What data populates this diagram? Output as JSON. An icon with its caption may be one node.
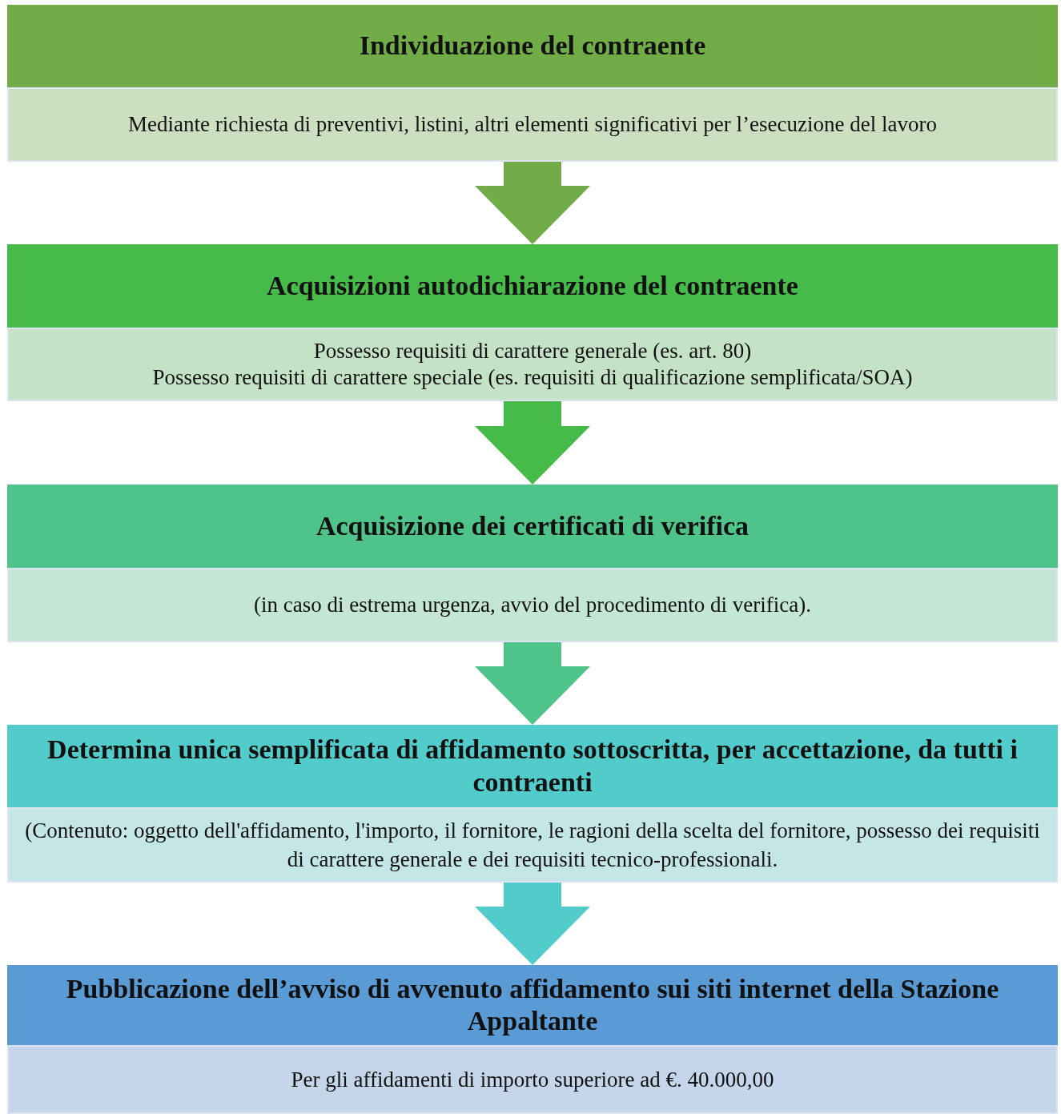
{
  "diagram": {
    "nodes": [
      {
        "text": [
          "Individuazione del contraente"
        ]
      },
      {
        "text": [
          "Mediante richiesta di preventivi, listini, altri elementi significativi per l’esecuzione del lavoro"
        ]
      },
      {
        "text": [
          "Acquisizioni autodichiarazione del contraente"
        ]
      },
      {
        "text": [
          "Possesso requisiti di carattere generale (es. art. 80)",
          "Possesso requisiti di carattere speciale (es. requisiti di qualificazione semplificata/SOA)"
        ]
      },
      {
        "text": [
          "Acquisizione dei certificati di verifica"
        ]
      },
      {
        "text": [
          "(in caso di estrema urgenza, avvio del procedimento di verifica)."
        ]
      },
      {
        "text": [
          "Determina unica semplificata di affidamento sottoscritta, per accettazione, da tutti i contraenti"
        ]
      },
      {
        "text": [
          "(Contenuto: oggetto dell'affidamento, l'importo, il fornitore, le ragioni della scelta del fornitore, possesso dei requisiti di carattere generale e dei requisiti tecnico-professionali."
        ]
      },
      {
        "text": [
          "Pubblicazione dell’avviso di avvenuto affidamento sui siti internet della Stazione Appaltante"
        ]
      },
      {
        "text": [
          "Per gli affidamenti di importo superiore ad €. 40.000,00"
        ]
      }
    ],
    "edges": [
      {
        "from": 1,
        "to": 2,
        "arrow": "to",
        "color": "#72ac48"
      },
      {
        "from": 3,
        "to": 4,
        "arrow": "to",
        "color": "#47bb4a"
      },
      {
        "from": 5,
        "to": 6,
        "arrow": "to",
        "color": "#4fc48a"
      },
      {
        "from": 7,
        "to": 8,
        "arrow": "to",
        "color": "#52cbcb"
      }
    ]
  }
}
